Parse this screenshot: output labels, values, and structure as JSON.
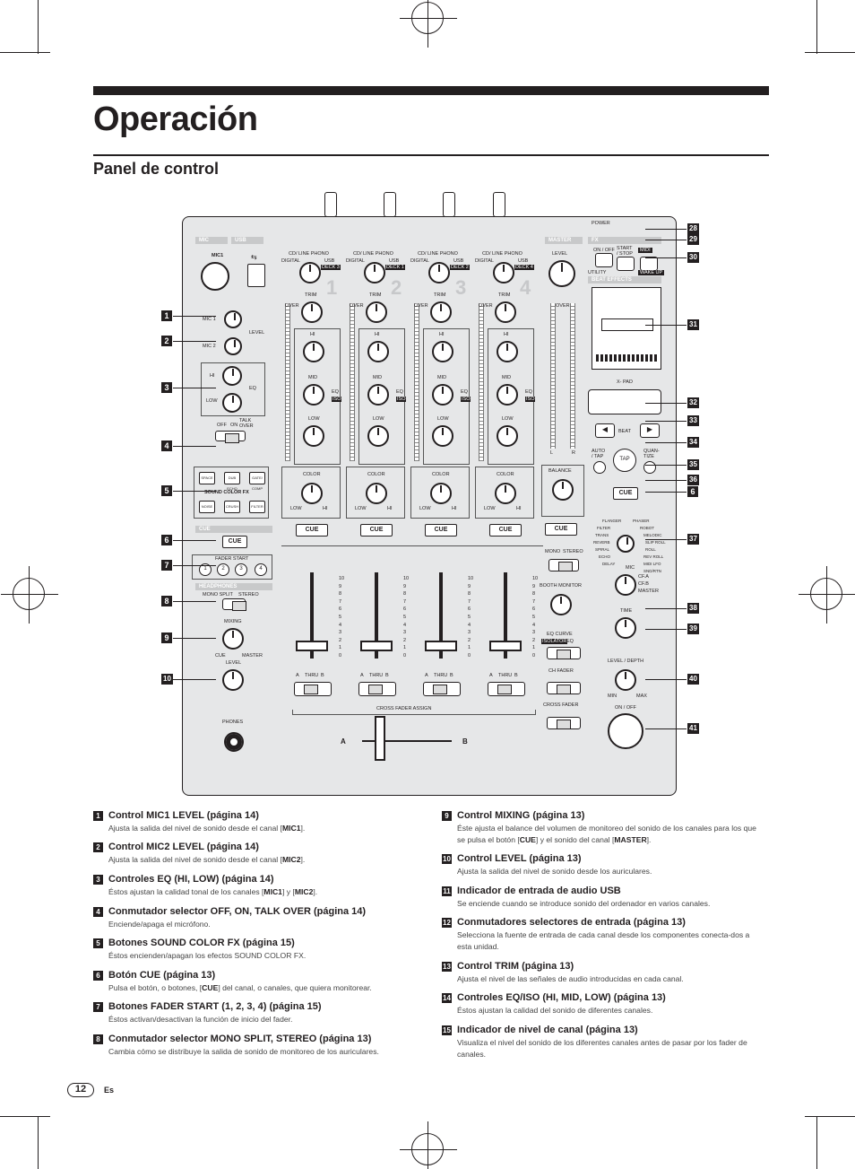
{
  "page": {
    "title": "Operación",
    "section": "Panel de control",
    "page_number": "12",
    "language": "Es"
  },
  "mixer": {
    "top_labels": {
      "mic": "MIC",
      "usb": "USB",
      "master": "MASTER",
      "power": "POWER",
      "fx": "FX",
      "beat_effects": "BEAT EFFECTS",
      "cue": "CUE",
      "headphones": "HEADPHONES"
    },
    "mic1": "MIC1",
    "mic_level": {
      "mic1": "MIC 1",
      "mic2": "MIC 2",
      "level": "LEVEL"
    },
    "eq_labels": {
      "hi": "HI",
      "low": "LOW",
      "eq": "EQ"
    },
    "talk": {
      "off": "OFF",
      "on": "ON",
      "talkover": "TALK OVER"
    },
    "sound_color_fx": {
      "label": "SOUND COLOR FX",
      "buttons": [
        "SPACE",
        "DUB ECHO",
        "GATE/ COMP",
        "NOISE",
        "CRUSH",
        "FILTER"
      ]
    },
    "cue": "CUE",
    "fader_start": {
      "label": "FADER START",
      "buttons": [
        "1",
        "2",
        "3",
        "4"
      ]
    },
    "mono_split": "MONO SPLIT",
    "stereo": "STEREO",
    "mixing": "MIXING",
    "cue_master": {
      "cue": "CUE",
      "master": "MASTER"
    },
    "level": "LEVEL",
    "phones": "PHONES",
    "channel": {
      "input": "CD/ LINE  PHONO",
      "digital": "DIGITAL",
      "usb": "USB",
      "decks": [
        "DECK 3",
        "DECK 1",
        "DECK 2",
        "DECK 4"
      ],
      "numbers": [
        "1",
        "2",
        "3",
        "4"
      ],
      "trim": "TRIM",
      "over": "OVER",
      "hi": "HI",
      "mid": "MID",
      "low": "LOW",
      "eq": "EQ",
      "iso": "ISO",
      "color": "COLOR",
      "color_low": "LOW",
      "color_hi": "HI",
      "assign": {
        "a": "A",
        "thru": "THRU",
        "b": "B"
      }
    },
    "fader_scale": [
      "10",
      "9",
      "8",
      "7",
      "6",
      "5",
      "4",
      "3",
      "2",
      "1",
      "0"
    ],
    "cross_fader_assign": "CROSS  FADER ASSIGN",
    "cross_a": "A",
    "cross_b": "B",
    "master_section": {
      "level": "LEVEL",
      "balance": "BALANCE",
      "l": "L",
      "r": "R",
      "mono": "MONO",
      "stereo": "STEREO",
      "booth_monitor": "BOOTH MONITOR",
      "eq_curve": "EQ  CURVE",
      "isolator": "ISOLATOR",
      "eq": "EQ",
      "ch_fader": "CH  FADER",
      "cross_fader": "CROSS  FADER"
    },
    "fx_section": {
      "on_off": "ON / OFF",
      "utility": "UTILITY",
      "start_stop": "START / STOP",
      "midi": "MIDI",
      "wake_up": "WAKE UP",
      "x_pad": "X- PAD",
      "beat": "BEAT",
      "auto_tap": "AUTO / TAP",
      "tap": "TAP",
      "quantize": "QUAN- TIZE",
      "cue": "CUE",
      "effects": [
        "FLANGER",
        "PHASER",
        "FILTER",
        "ROBOT",
        "TRANS",
        "MELODIC",
        "REVERB",
        "SLIP ROLL",
        "SPIRAL",
        "ROLL",
        "ECHO",
        "REV ROLL",
        "DELAY",
        "MIDI LFO",
        "SND/RTN"
      ],
      "mic": "MIC",
      "cfa": "CF.A",
      "cfb": "CF.B",
      "master": "MASTER",
      "time": "TIME",
      "level_depth": "LEVEL / DEPTH",
      "min": "MIN",
      "max": "MAX",
      "onoff2": "ON / OFF"
    }
  },
  "callouts_left": [
    "1",
    "2",
    "3",
    "4",
    "5",
    "6",
    "7",
    "8",
    "9",
    "10"
  ],
  "callouts_right": [
    "28",
    "29",
    "30",
    "31",
    "32",
    "33",
    "34",
    "35",
    "36",
    "6",
    "37",
    "38",
    "39",
    "40",
    "41"
  ],
  "items_left": [
    {
      "num": "1",
      "title": "Control MIC1 LEVEL (página 14)",
      "text_before": "Ajusta la salida del nivel de sonido desde el canal [",
      "bold": "MIC1",
      "text_after": "]."
    },
    {
      "num": "2",
      "title": "Control MIC2 LEVEL (página 14)",
      "text_before": "Ajusta la salida del nivel de sonido desde el canal [",
      "bold": "MIC2",
      "text_after": "]."
    },
    {
      "num": "3",
      "title": "Controles EQ (HI, LOW) (página 14)",
      "text_before": "Éstos ajustan la calidad tonal de los canales [",
      "bold": "MIC1",
      "text_mid": "] y [",
      "bold2": "MIC2",
      "text_after": "]."
    },
    {
      "num": "4",
      "title": "Conmutador selector OFF, ON, TALK OVER (página 14)",
      "text_before": "Enciende/apaga el micrófono.",
      "bold": "",
      "text_after": ""
    },
    {
      "num": "5",
      "title": "Botones SOUND COLOR FX (página 15)",
      "text_before": "Éstos encienden/apagan los efectos SOUND COLOR FX.",
      "bold": "",
      "text_after": ""
    },
    {
      "num": "6",
      "title": "Botón CUE (página 13)",
      "text_before": "Pulsa el botón, o botones, [",
      "bold": "CUE",
      "text_after": "] del canal, o canales, que quiera monitorear."
    },
    {
      "num": "7",
      "title": "Botones FADER START (1, 2, 3, 4) (página 15)",
      "text_before": "Éstos activan/desactivan la función de inicio del fader.",
      "bold": "",
      "text_after": ""
    },
    {
      "num": "8",
      "title": "Conmutador selector MONO SPLIT, STEREO (página 13)",
      "text_before": "Cambia cómo se distribuye la salida de sonido de monitoreo de los auriculares.",
      "bold": "",
      "text_after": ""
    }
  ],
  "items_right": [
    {
      "num": "9",
      "title": "Control MIXING (página 13)",
      "text_before": "Éste ajusta el balance del volumen de monitoreo del sonido de los canales para los que se pulsa el botón [",
      "bold": "CUE",
      "text_mid": "] y el sonido del canal [",
      "bold2": "MASTER",
      "text_after": "]."
    },
    {
      "num": "10",
      "title": "Control LEVEL (página 13)",
      "text_before": "Ajusta la salida del nivel de sonido desde los auriculares.",
      "bold": "",
      "text_after": ""
    },
    {
      "num": "11",
      "title": "Indicador de entrada de audio USB",
      "text_before": "Se enciende cuando se introduce sonido del ordenador en varios canales.",
      "bold": "",
      "text_after": ""
    },
    {
      "num": "12",
      "title": "Conmutadores selectores de entrada (página 13)",
      "text_before": "Selecciona la fuente de entrada de cada canal desde los componentes conecta-dos a esta unidad.",
      "bold": "",
      "text_after": ""
    },
    {
      "num": "13",
      "title": "Control TRIM (página 13)",
      "text_before": "Ajusta el nivel de las señales de audio introducidas en cada canal.",
      "bold": "",
      "text_after": ""
    },
    {
      "num": "14",
      "title": "Controles EQ/ISO (HI, MID, LOW) (página 13)",
      "text_before": "Éstos ajustan la calidad del sonido de diferentes canales.",
      "bold": "",
      "text_after": ""
    },
    {
      "num": "15",
      "title": "Indicador de nivel de canal (página 13)",
      "text_before": "Visualiza el nivel del sonido de los diferentes canales antes de pasar por los fader de canales.",
      "bold": "",
      "text_after": ""
    }
  ]
}
